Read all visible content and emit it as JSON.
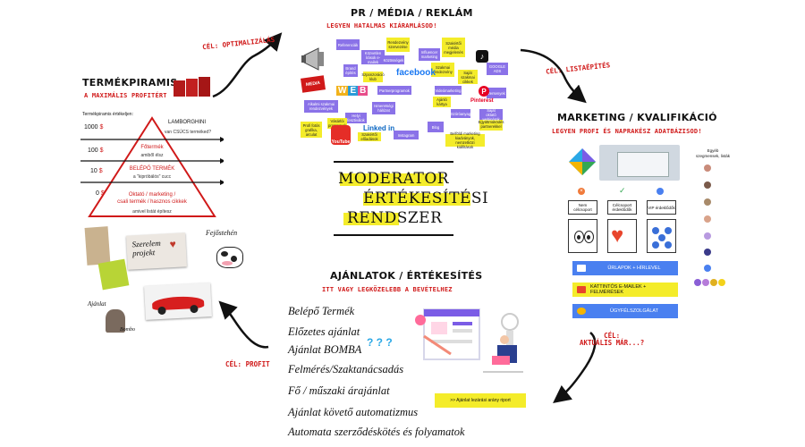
{
  "pr": {
    "title": "PR / MÉDIA / REKLÁM",
    "subtitle": "LEGYEN HATALMAS KIÁRAMLÁSOD!",
    "stickies": [
      {
        "text": "Referenciák",
        "color": "#8a72e8"
      },
      {
        "text": "Rendezvény szervezése",
        "color": "#f4ec2a"
      },
      {
        "text": "Szakértői média megjelenés",
        "color": "#f4ec2a"
      },
      {
        "text": "Közvetlen írások e-mailek",
        "color": "#8a72e8"
      },
      {
        "text": "Közösségek",
        "color": "#8a72e8"
      },
      {
        "text": "Influencer marketing",
        "color": "#8a72e8"
      },
      {
        "text": "Brand építés",
        "color": "#8a72e8"
      },
      {
        "text": "Szponzoráció klub",
        "color": "#f4ec2a"
      },
      {
        "text": "Szakmai rendezvény",
        "color": "#f4ec2a"
      },
      {
        "text": "Saját szakmai cikkek",
        "color": "#f4ec2a"
      },
      {
        "text": "GOOGLE ADS",
        "color": "#8a72e8"
      },
      {
        "text": "Partnerprogramok",
        "color": "#8a72e8"
      },
      {
        "text": "Videómarketing",
        "color": "#8a72e8"
      },
      {
        "text": "Ajánló kártya",
        "color": "#f4ec2a"
      },
      {
        "text": "Szóróanyag",
        "color": "#8a72e8"
      },
      {
        "text": "Versenyek",
        "color": "#8a72e8"
      },
      {
        "text": "Ismeretségi hálózat",
        "color": "#8a72e8"
      },
      {
        "text": "Alkalmi szakmai rendezvények",
        "color": "#8a72e8"
      },
      {
        "text": "Helyi fesztiválok",
        "color": "#8a72e8"
      },
      {
        "text": "Együttműködés partnerekkel",
        "color": "#f4ec2a"
      },
      {
        "text": "Vásárlói programok",
        "color": "#f4ec2a"
      },
      {
        "text": "Profi fotós grafika, arculat",
        "color": "#f4ec2a"
      },
      {
        "text": "Szakértői előadások",
        "color": "#f4ec2a"
      },
      {
        "text": "Instagram",
        "color": "#8a72e8"
      },
      {
        "text": "Blog",
        "color": "#8a72e8"
      },
      {
        "text": "Saját oktató webinárok",
        "color": "#8a72e8"
      },
      {
        "text": "Belföldi marketing kiadványok, nemzetközi kiállítások",
        "color": "#f4ec2a"
      }
    ],
    "logos": {
      "facebook": "facebook",
      "linkedin": "Linked in",
      "pinterest": "Pinterest",
      "youtube": "YouTube",
      "tiktok": "TikTok",
      "web": "WEB",
      "media": "MEDIA"
    }
  },
  "goals": {
    "optimize": "CÉL: OPTIMALIZÁLÁS",
    "list": "CÉL: LISTAÉPÍTÉS",
    "profit": "CÉL: PROFIT",
    "current": "CÉL:\nAKTUÁLIS MÁR...?"
  },
  "pyramid": {
    "title": "TERMÉKPIRAMIS",
    "subtitle": "A MAXIMÁLIS PROFITÉRT",
    "caption": "Termékpiramis értékeljen:",
    "tiers": [
      {
        "amount": "1000",
        "currency": "$",
        "name": "LAMBORGHINI",
        "desc": "van CSÚCS terméked?"
      },
      {
        "amount": "100",
        "currency": "$",
        "name": "Főtermék",
        "desc": "amiből élsz"
      },
      {
        "amount": "10",
        "currency": "$",
        "name": "BELÉPŐ TERMÉK",
        "desc": "a \"kipróbálós\" cucc"
      },
      {
        "amount": "0",
        "currency": "$",
        "name": "Oktató / marketing /\ncsali termék / hasznos cikkek",
        "desc": "amivel listát építesz"
      }
    ],
    "images": {
      "project": "Szerelem projekt",
      "cow": "Fejőstehén",
      "offer": "Ajánlat",
      "bomb": "Bombo"
    }
  },
  "center": {
    "line1": "MODERATOR",
    "line2": "ÉRTÉKESÍTÉSI",
    "line3": "RENDSZER"
  },
  "offers": {
    "title": "AJÁNLATOK / ÉRTÉKESÍTÉS",
    "subtitle": "ITT VAGY LEGKÖZELEBB A BEVÉTELHEZ",
    "items": [
      "Belépő Termék",
      "Előzetes ajánlat",
      "Ajánlat BOMBA",
      "Felmérés/Szaktanácsadás",
      "Fő / műszaki árajánlat",
      "Ajánlat követő automatizmus",
      "Automata szerződéskötés és folyamatok"
    ],
    "button": ">> Ajánlat lezárási arány riport"
  },
  "marketing": {
    "title": "MARKETING / KVALIFIKÁCIÓ",
    "subtitle": "LEGYEN PROFI ÉS NAPRAKÉSZ ADATBÁZISOD!",
    "segments_label": "Egyéb szegmensek, listák",
    "cards": [
      "Nem célcsoport",
      "Célcsoport érdeklődők",
      "VIP érdeklődők"
    ],
    "bars": [
      {
        "text": "ŰRLAPOK + HÍRLEVEL",
        "color": "#4a80f0"
      },
      {
        "text": "KATTINTÓS E-MAILEK + FELMÉRÉSEK",
        "color": "#f4ec2a"
      },
      {
        "text": "ÜGYFÉLSZOLGÁLAT",
        "color": "#4a80f0"
      }
    ],
    "dot_colors": [
      "#8a5fd6",
      "#b57bd9",
      "#e0b020",
      "#f4d21a"
    ]
  }
}
